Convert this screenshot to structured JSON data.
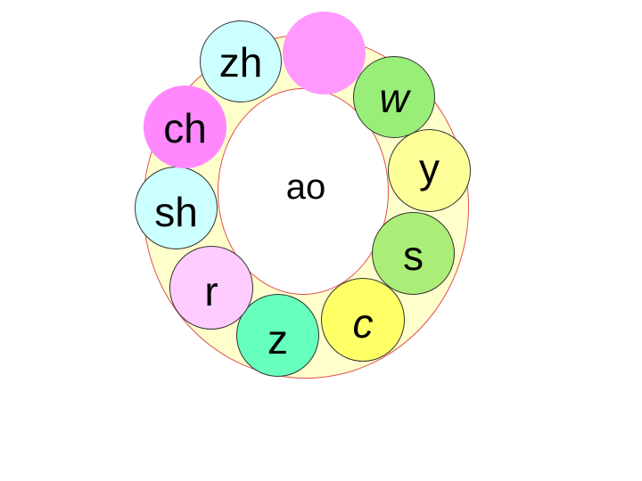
{
  "center": {
    "label": "ao"
  },
  "bubbles": [
    {
      "label": "zh",
      "color": "#ccffff"
    },
    {
      "label": "",
      "color": "#ff99ff"
    },
    {
      "label": "w",
      "color": "#99ee77"
    },
    {
      "label": "y",
      "color": "#ffff99"
    },
    {
      "label": "s",
      "color": "#aaee77"
    },
    {
      "label": "c",
      "color": "#ffff66"
    },
    {
      "label": "z",
      "color": "#66ffbb"
    },
    {
      "label": "r",
      "color": "#ffccff"
    },
    {
      "label": "sh",
      "color": "#ccffff"
    },
    {
      "label": "ch",
      "color": "#ff88ff"
    }
  ],
  "colors": {
    "ring_fill": "#ffffcc",
    "ring_stroke": "#e05050"
  }
}
